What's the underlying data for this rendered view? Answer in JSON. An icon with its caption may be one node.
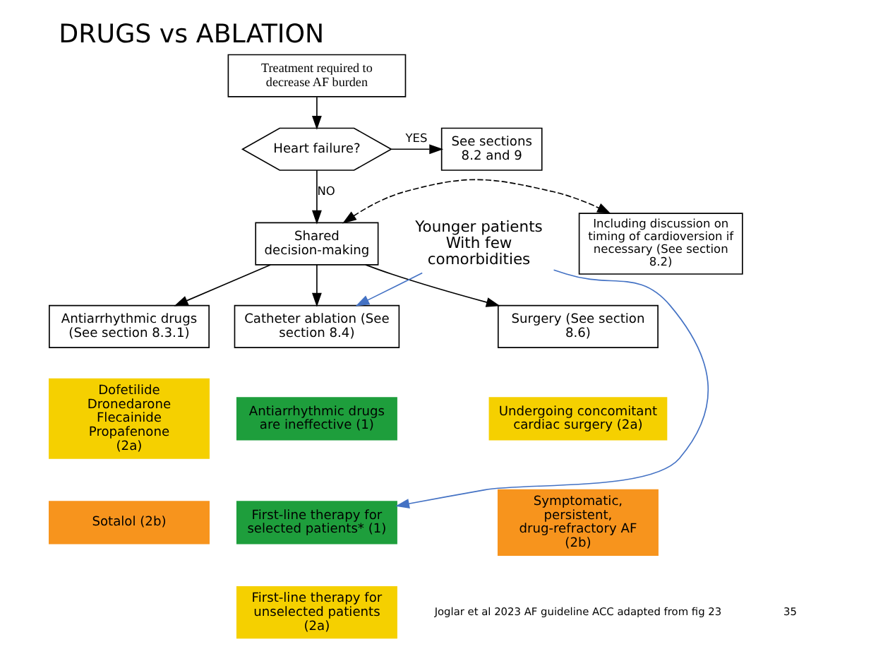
{
  "diagram": {
    "title": "DRUGS vs ABLATION",
    "nodes": [
      {
        "text": [
          "Treatment required to decrease AF burden"
        ]
      },
      {
        "text": [
          "Heart failure?"
        ]
      },
      {
        "text": [
          "See sections 8.2 and 9"
        ]
      },
      {
        "text": [
          "Shared decision-making"
        ]
      },
      {
        "text": [
          "Including discussion on timing of cardioversion if necessary (See section 8.2)"
        ]
      },
      {
        "text": [
          "Antiarrhythmic drugs (See section 8.3.1)"
        ]
      },
      {
        "text": [
          "Catheter ablation (See section 8.4)"
        ]
      },
      {
        "text": [
          "Surgery (See section 8.6)"
        ]
      },
      {
        "text": [
          "Dofetilide Dronedarone Flecainide Propafenone (2a)"
        ]
      },
      {
        "text": [
          "Sotalol (2b)"
        ]
      },
      {
        "text": [
          "Antiarrhythmic drugs are ineffective (1)"
        ]
      },
      {
        "text": [
          "First-line therapy for selected patients* (1)"
        ]
      },
      {
        "text": [
          "First-line therapy for unselected patients (2a)"
        ]
      },
      {
        "text": [
          "Undergoing concomitant cardiac surgery (2a)"
        ]
      },
      {
        "text": [
          "Symptomatic, persistent, drug-refractory AF (2b)"
        ]
      },
      {
        "text": [
          "Younger patients With few comorbidities"
        ]
      }
    ],
    "edges": [
      {
        "from": 0,
        "to": 1,
        "arrow": "to"
      },
      {
        "from": 1,
        "to": 2,
        "arrow": "to",
        "label": "YES"
      },
      {
        "from": 1,
        "to": 3,
        "arrow": "to",
        "label": "NO"
      },
      {
        "from": 3,
        "to": 4,
        "arrow": "both",
        "style": "dashed"
      },
      {
        "from": 3,
        "to": 5,
        "arrow": "to"
      },
      {
        "from": 3,
        "to": 6,
        "arrow": "to"
      },
      {
        "from": 3,
        "to": 7,
        "arrow": "to"
      },
      {
        "from": 15,
        "to": 6,
        "arrow": "to",
        "color": "#4472c4"
      },
      {
        "from": 15,
        "to": 11,
        "arrow": "to",
        "color": "#4472c4"
      }
    ],
    "labels": [
      "Joglar et al 2023 AF guideline ACC adapted from fig 23",
      "35"
    ]
  }
}
